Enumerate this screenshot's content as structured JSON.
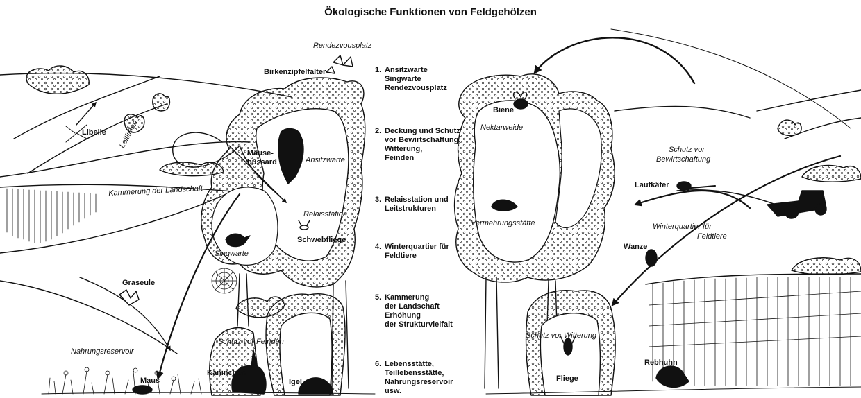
{
  "title": "Ökologische Funktionen von Feldgehölzen",
  "functions": [
    {
      "num": "1.",
      "lines": [
        "Ansitzwarte",
        "Singwarte",
        "Rendezvousplatz"
      ]
    },
    {
      "num": "2.",
      "lines": [
        "Deckung und Schutz",
        "vor Bewirtschaftung,",
        "Witterung,",
        "Feinden"
      ]
    },
    {
      "num": "3.",
      "lines": [
        "Relaisstation und",
        "Leitstrukturen"
      ]
    },
    {
      "num": "4.",
      "lines": [
        "Winterquartier für",
        "Feldtiere"
      ]
    },
    {
      "num": "5.",
      "lines": [
        "Kammerung",
        "der Landschaft",
        "Erhöhung",
        "der Strukturvielfalt"
      ]
    },
    {
      "num": "6.",
      "lines": [
        "Lebensstätte,",
        "Teillebensstätte,",
        "Nahrungsreservoir",
        "usw."
      ]
    }
  ],
  "labels": {
    "rendezvousplatz": "Rendezvousplatz",
    "birkenzipfelfalter": "Birkenzipfelfalter",
    "libelle": "Libelle",
    "leitlinien": "Leitlinien",
    "maeusebussard_1": "Mäuse-",
    "maeusebussard_2": "bussard",
    "ansitzwarte": "Ansitzwarte",
    "kammerung": "Kammerung der Landschaft",
    "relaisstation": "Relaisstation",
    "schwebfliege": "Schwebfliege",
    "singwarte": "Singwarte",
    "graseule": "Graseule",
    "nahrungsreservoir": "Nahrungsreservoir",
    "schutz_feinden": "Schutz vor Feinden",
    "kaninchen": "Kaninchen",
    "igel": "Igel",
    "maus": "Maus",
    "biene": "Biene",
    "nektarweide": "Nektarweide",
    "schutz_bewirtschaftung_1": "Schutz vor",
    "schutz_bewirtschaftung_2": "Bewirtschaftung",
    "laufkaefer": "Laufkäfer",
    "vermehrungsstaette": "Vermehrungsstätte",
    "winterquartier_1": "Winterquartier für",
    "winterquartier_2": "Feldtiere",
    "wanze": "Wanze",
    "schutz_witterung": "Schutz vor Witterung",
    "fliege": "Fliege",
    "rebhuhn": "Rebhuhn"
  }
}
